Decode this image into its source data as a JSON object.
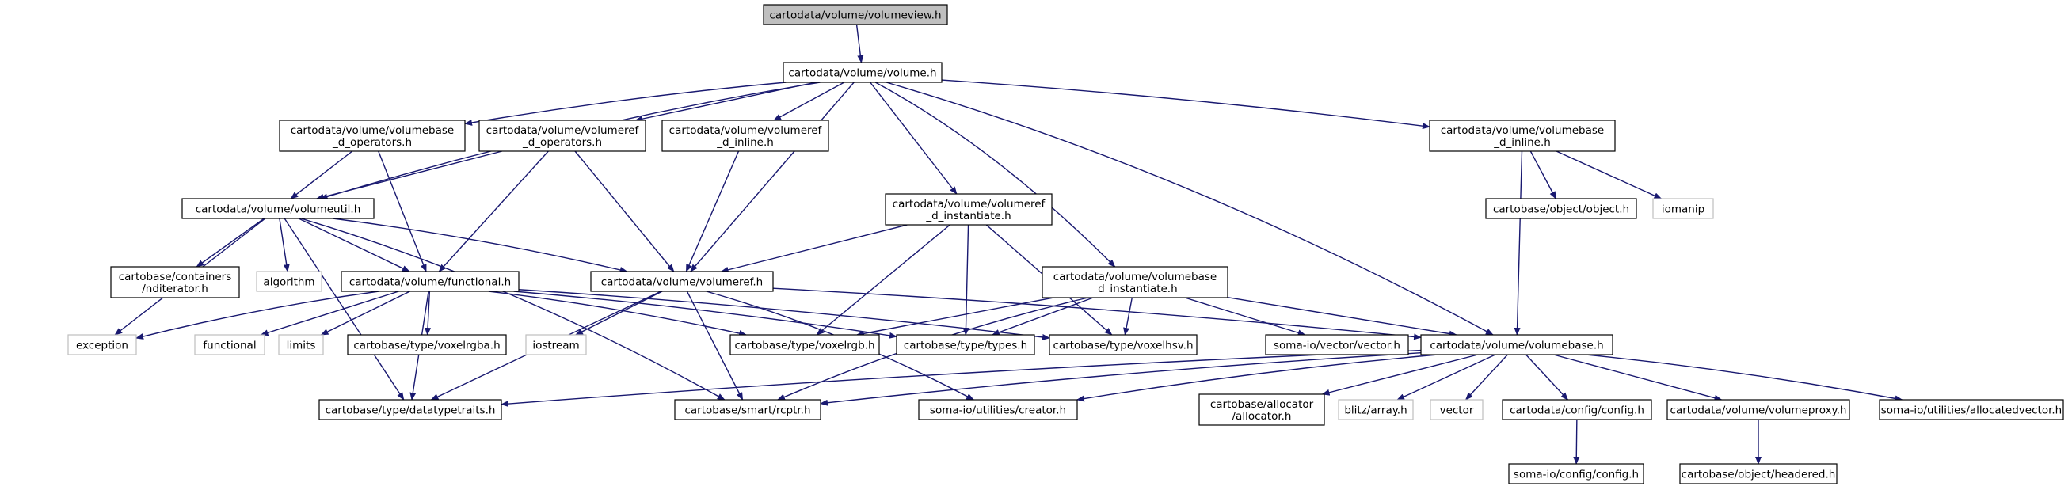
{
  "colors": {
    "edge": "#191970",
    "node_border": "#000000",
    "external_border": "#bfbfbf",
    "root_fill": "#bfbfbf",
    "node_fill": "#ffffff",
    "text": "#000000"
  },
  "nodes": {
    "volumeview": {
      "lines": [
        "cartodata/volume/volumeview.h"
      ],
      "kind": "root"
    },
    "volume": {
      "lines": [
        "cartodata/volume/volume.h"
      ],
      "kind": "normal"
    },
    "vb_ops": {
      "lines": [
        "cartodata/volume/volumebase",
        "_d_operators.h"
      ],
      "kind": "normal"
    },
    "vr_ops": {
      "lines": [
        "cartodata/volume/volumeref",
        "_d_operators.h"
      ],
      "kind": "normal"
    },
    "vr_inline": {
      "lines": [
        "cartodata/volume/volumeref",
        "_d_inline.h"
      ],
      "kind": "normal"
    },
    "vb_inline": {
      "lines": [
        "cartodata/volume/volumebase",
        "_d_inline.h"
      ],
      "kind": "normal"
    },
    "volumeutil": {
      "lines": [
        "cartodata/volume/volumeutil.h"
      ],
      "kind": "normal"
    },
    "vr_inst": {
      "lines": [
        "cartodata/volume/volumeref",
        "_d_instantiate.h"
      ],
      "kind": "normal"
    },
    "object": {
      "lines": [
        "cartobase/object/object.h"
      ],
      "kind": "normal"
    },
    "iomanip": {
      "lines": [
        "iomanip"
      ],
      "kind": "external"
    },
    "nditerator": {
      "lines": [
        "cartobase/containers",
        "/nditerator.h"
      ],
      "kind": "normal"
    },
    "algorithm": {
      "lines": [
        "algorithm"
      ],
      "kind": "external"
    },
    "functional_h": {
      "lines": [
        "cartodata/volume/functional.h"
      ],
      "kind": "normal"
    },
    "volumeref": {
      "lines": [
        "cartodata/volume/volumeref.h"
      ],
      "kind": "normal"
    },
    "vb_inst": {
      "lines": [
        "cartodata/volume/volumebase",
        "_d_instantiate.h"
      ],
      "kind": "normal"
    },
    "exception": {
      "lines": [
        "exception"
      ],
      "kind": "external"
    },
    "functional": {
      "lines": [
        "functional"
      ],
      "kind": "external"
    },
    "limits": {
      "lines": [
        "limits"
      ],
      "kind": "external"
    },
    "voxelrgba": {
      "lines": [
        "cartobase/type/voxelrgba.h"
      ],
      "kind": "normal"
    },
    "iostream": {
      "lines": [
        "iostream"
      ],
      "kind": "external"
    },
    "voxelrgb": {
      "lines": [
        "cartobase/type/voxelrgb.h"
      ],
      "kind": "normal"
    },
    "types": {
      "lines": [
        "cartobase/type/types.h"
      ],
      "kind": "normal"
    },
    "voxelhsv": {
      "lines": [
        "cartobase/type/voxelhsv.h"
      ],
      "kind": "normal"
    },
    "vector_h": {
      "lines": [
        "soma-io/vector/vector.h"
      ],
      "kind": "normal"
    },
    "volumebase": {
      "lines": [
        "cartodata/volume/volumebase.h"
      ],
      "kind": "normal"
    },
    "datatypetraits": {
      "lines": [
        "cartobase/type/datatypetraits.h"
      ],
      "kind": "normal"
    },
    "rcptr": {
      "lines": [
        "cartobase/smart/rcptr.h"
      ],
      "kind": "normal"
    },
    "creator": {
      "lines": [
        "soma-io/utilities/creator.h"
      ],
      "kind": "normal"
    },
    "allocator": {
      "lines": [
        "cartobase/allocator",
        "/allocator.h"
      ],
      "kind": "normal"
    },
    "blitz": {
      "lines": [
        "blitz/array.h"
      ],
      "kind": "external"
    },
    "vector": {
      "lines": [
        "vector"
      ],
      "kind": "external"
    },
    "config_cd": {
      "lines": [
        "cartodata/config/config.h"
      ],
      "kind": "normal"
    },
    "volumeproxy": {
      "lines": [
        "cartodata/volume/volumeproxy.h"
      ],
      "kind": "normal"
    },
    "allocatedvector": {
      "lines": [
        "soma-io/utilities/allocatedvector.h"
      ],
      "kind": "normal"
    },
    "config_soma": {
      "lines": [
        "soma-io/config/config.h"
      ],
      "kind": "normal"
    },
    "headered": {
      "lines": [
        "cartobase/object/headered.h"
      ],
      "kind": "normal"
    }
  },
  "edges": [
    [
      "volumeview",
      "volume"
    ],
    [
      "volume",
      "vb_ops"
    ],
    [
      "volume",
      "vr_ops"
    ],
    [
      "volume",
      "vr_inline"
    ],
    [
      "volume",
      "vb_inline"
    ],
    [
      "volume",
      "volumeutil"
    ],
    [
      "volume",
      "vr_inst"
    ],
    [
      "volume",
      "vb_inst"
    ],
    [
      "volume",
      "volumeref"
    ],
    [
      "volume",
      "volumebase"
    ],
    [
      "vb_ops",
      "volumeutil"
    ],
    [
      "vb_ops",
      "functional_h"
    ],
    [
      "vr_ops",
      "volumeutil"
    ],
    [
      "vr_ops",
      "functional_h"
    ],
    [
      "vr_ops",
      "volumeref"
    ],
    [
      "vr_inline",
      "volumeref"
    ],
    [
      "vb_inline",
      "object"
    ],
    [
      "vb_inline",
      "iomanip"
    ],
    [
      "vb_inline",
      "volumebase"
    ],
    [
      "volumeutil",
      "nditerator"
    ],
    [
      "volumeutil",
      "algorithm"
    ],
    [
      "volumeutil",
      "functional_h"
    ],
    [
      "volumeutil",
      "volumeref"
    ],
    [
      "volumeutil",
      "exception"
    ],
    [
      "volumeutil",
      "datatypetraits"
    ],
    [
      "volumeutil",
      "rcptr"
    ],
    [
      "vr_inst",
      "volumeref"
    ],
    [
      "vr_inst",
      "voxelrgb"
    ],
    [
      "vr_inst",
      "types"
    ],
    [
      "vr_inst",
      "voxelhsv"
    ],
    [
      "functional_h",
      "exception"
    ],
    [
      "functional_h",
      "functional"
    ],
    [
      "functional_h",
      "limits"
    ],
    [
      "functional_h",
      "voxelrgba"
    ],
    [
      "functional_h",
      "voxelrgb"
    ],
    [
      "functional_h",
      "types"
    ],
    [
      "functional_h",
      "voxelhsv"
    ],
    [
      "functional_h",
      "datatypetraits"
    ],
    [
      "volumeref",
      "iostream"
    ],
    [
      "volumeref",
      "volumebase"
    ],
    [
      "volumeref",
      "datatypetraits"
    ],
    [
      "volumeref",
      "rcptr"
    ],
    [
      "volumeref",
      "creator"
    ],
    [
      "vb_inst",
      "voxelrgb"
    ],
    [
      "vb_inst",
      "types"
    ],
    [
      "vb_inst",
      "voxelhsv"
    ],
    [
      "vb_inst",
      "vector_h"
    ],
    [
      "vb_inst",
      "volumebase"
    ],
    [
      "vb_inst",
      "rcptr"
    ],
    [
      "volumebase",
      "datatypetraits"
    ],
    [
      "volumebase",
      "rcptr"
    ],
    [
      "volumebase",
      "creator"
    ],
    [
      "volumebase",
      "allocator"
    ],
    [
      "volumebase",
      "blitz"
    ],
    [
      "volumebase",
      "vector"
    ],
    [
      "volumebase",
      "config_cd"
    ],
    [
      "volumebase",
      "volumeproxy"
    ],
    [
      "volumebase",
      "allocatedvector"
    ],
    [
      "config_cd",
      "config_soma"
    ],
    [
      "volumeproxy",
      "headered"
    ]
  ]
}
